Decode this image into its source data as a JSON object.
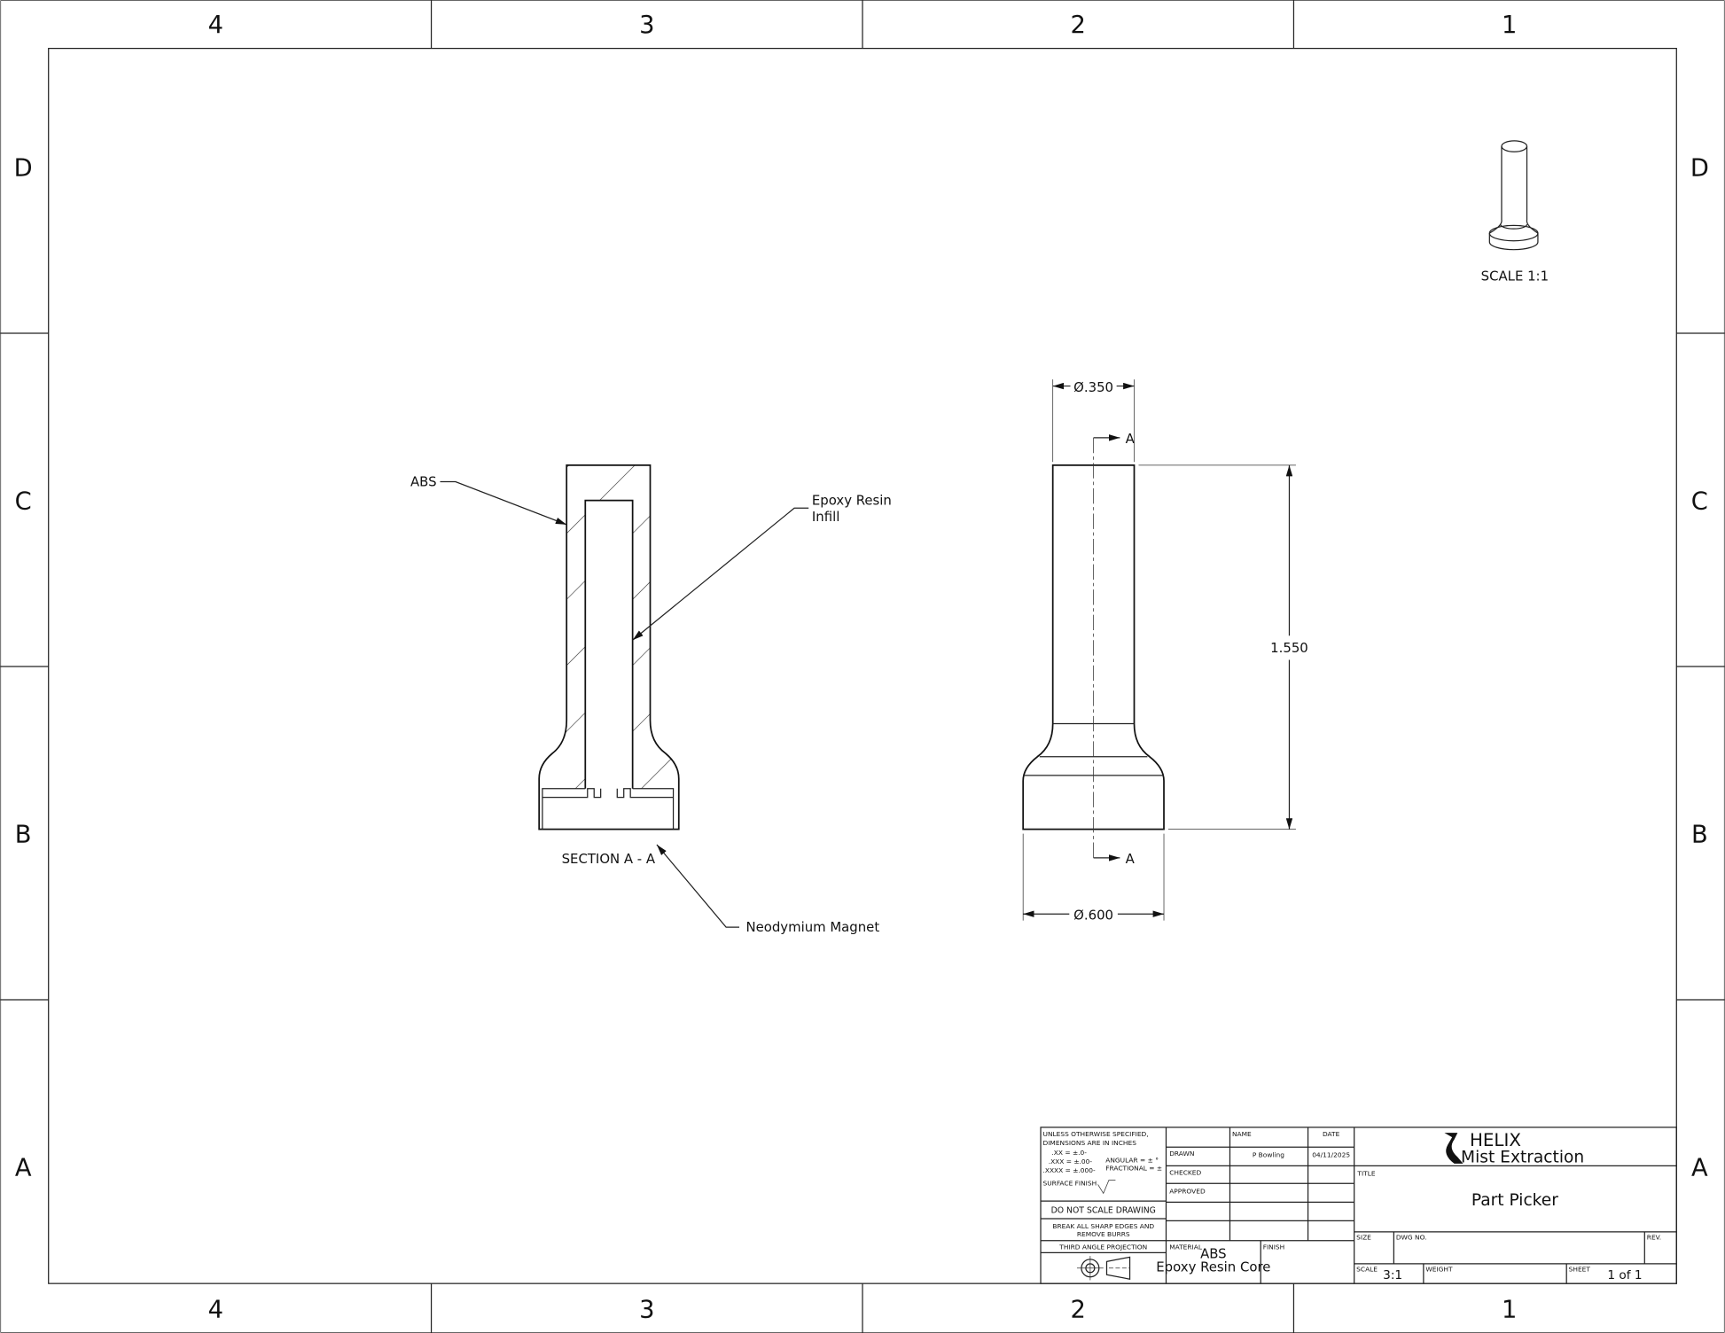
{
  "zones": {
    "columns": [
      "4",
      "3",
      "2",
      "1"
    ],
    "rows": [
      "D",
      "C",
      "B",
      "A"
    ]
  },
  "views": {
    "section_label": "SECTION A - A",
    "section_marker": "A",
    "iso_scale": "SCALE 1:1",
    "callouts": {
      "abs": "ABS",
      "epoxy_line1": "Epoxy Resin",
      "epoxy_line2": "Infill",
      "magnet": "Neodymium Magnet"
    },
    "dimensions": {
      "top_dia": "Ø.350",
      "height": "1.550",
      "base_dia": "Ø.600"
    }
  },
  "title_block": {
    "tolerance_header1": "UNLESS OTHERWISE SPECIFIED,",
    "tolerance_header2": "DIMENSIONS ARE IN INCHES",
    "tol_xx": ".XX = ±.0-",
    "tol_xxx": ".XXX = ±.00-",
    "tol_xxxx": ".XXXX = ±.000-",
    "angular": "ANGULAR = ± °",
    "fractional": "FRACTIONAL = ±",
    "surface_finish": "SURFACE FINISH",
    "do_not_scale": "DO NOT SCALE DRAWING",
    "break_edges1": "BREAK ALL SHARP EDGES AND",
    "break_edges2": "REMOVE BURRS",
    "projection": "THIRD ANGLE PROJECTION",
    "name_header": "NAME",
    "date_header": "DATE",
    "drawn_label": "DRAWN",
    "drawn_name": "P Bowling",
    "drawn_date": "04/11/2025",
    "checked_label": "CHECKED",
    "approved_label": "APPROVED",
    "material_label": "MATERIAL",
    "material_line1": "ABS",
    "material_line2": "Epoxy Resin Core",
    "finish_label": "FINISH",
    "logo_line1": "HELIX",
    "logo_line2": "Mist Extraction",
    "title_label": "TITLE",
    "title": "Part Picker",
    "size_label": "SIZE",
    "dwg_no_label": "DWG NO.",
    "rev_label": "REV.",
    "scale_label": "SCALE",
    "scale": "3:1",
    "weight_label": "WEIGHT",
    "sheet_label": "SHEET",
    "sheet": "1 of 1"
  }
}
